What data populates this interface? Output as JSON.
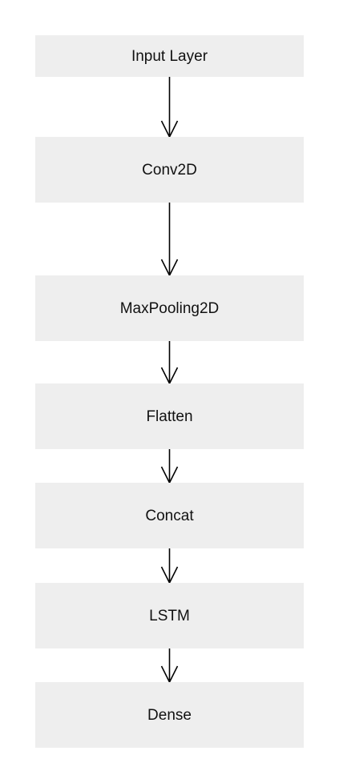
{
  "diagram": {
    "nodes": [
      {
        "id": "input-layer",
        "label": "Input Layer"
      },
      {
        "id": "conv2d",
        "label": "Conv2D"
      },
      {
        "id": "maxpooling2d",
        "label": "MaxPooling2D"
      },
      {
        "id": "flatten",
        "label": "Flatten"
      },
      {
        "id": "concat",
        "label": "Concat"
      },
      {
        "id": "lstm",
        "label": "LSTM"
      },
      {
        "id": "dense",
        "label": "Dense"
      }
    ],
    "edges": [
      {
        "from": "input-layer",
        "to": "conv2d"
      },
      {
        "from": "conv2d",
        "to": "maxpooling2d"
      },
      {
        "from": "maxpooling2d",
        "to": "flatten"
      },
      {
        "from": "flatten",
        "to": "concat"
      },
      {
        "from": "concat",
        "to": "lstm"
      },
      {
        "from": "lstm",
        "to": "dense"
      }
    ],
    "colors": {
      "node_fill": "#eeeeee",
      "arrow": "#000000",
      "text": "#111111",
      "background": "#ffffff"
    }
  }
}
